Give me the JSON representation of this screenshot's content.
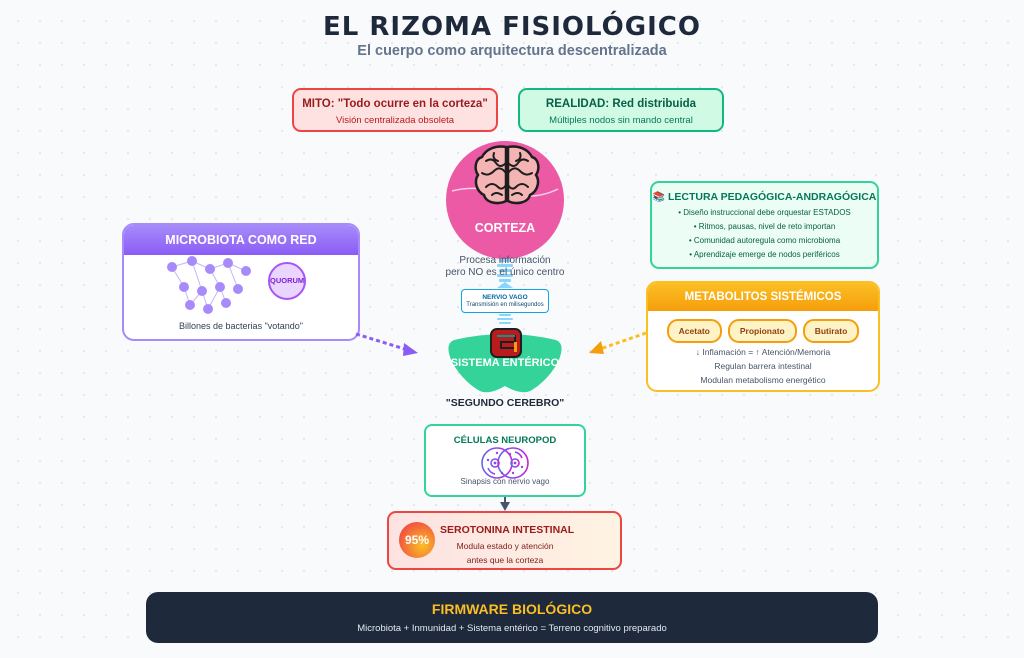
{
  "header": {
    "title": "EL RIZOMA FISIOLÓGICO",
    "subtitle": "El cuerpo como arquitectura descentralizada"
  },
  "mito": {
    "title": "MITO: \"Todo ocurre en la corteza\"",
    "subtitle": "Visión centralizada obsoleta"
  },
  "realidad": {
    "title": "REALIDAD: Red distribuida",
    "subtitle": "Múltiples nodos sin mando central"
  },
  "corteza": {
    "icon": "brain-icon",
    "label": "CORTEZA",
    "description_line1": "Procesa información",
    "description_line2": "pero NO es el único centro"
  },
  "nervio_vago": {
    "title": "NERVIO VAGO",
    "subtitle": "Transmisión en milisegundos"
  },
  "sistema_enterico": {
    "icon": "intestine-icon",
    "label": "SISTEMA ENTÉRICO",
    "caption": "\"SEGUNDO CEREBRO\""
  },
  "microbiota": {
    "title": "MICROBIOTA COMO RED",
    "badge": "QUORUM",
    "caption": "Billones de bacterias \"votando\""
  },
  "lectura": {
    "icon": "books-icon",
    "title": "LECTURA PEDAGÓGICA-ANDRAGÓGICA",
    "items": [
      "• Diseño instruccional debe orquestar ESTADOS",
      "• Ritmos, pausas, nivel de reto importan",
      "• Comunidad autoregula como microbioma",
      "• Aprendizaje emerge de nodos periféricos"
    ]
  },
  "metabolitos": {
    "title": "METABOLITOS SISTÉMICOS",
    "pills": [
      "Acetato",
      "Propionato",
      "Butirato"
    ],
    "lines": [
      "↓ Inflamación = ↑ Atención/Memoria",
      "Regulan barrera intestinal",
      "Modulan metabolismo energético"
    ]
  },
  "neuropod": {
    "title": "CÉLULAS NEUROPOD",
    "icon": "cell-synapse-icon",
    "subtitle": "Sinapsis con nervio vago"
  },
  "serotonina": {
    "badge": "95%",
    "title": "SEROTONINA INTESTINAL",
    "line1": "Modula estado y atención",
    "line2": "antes que la corteza"
  },
  "firmware": {
    "title": "FIRMWARE BIOLÓGICO",
    "subtitle": "Microbiota + Inmunidad + Sistema entérico = Terreno cognitivo preparado"
  },
  "colors": {
    "mito_border": "#ef4444",
    "realidad_border": "#10b981",
    "corteza": "#ec5aa6",
    "enterico": "#34d399",
    "microbiota": "#8b5cf6",
    "metabolitos": "#f59e0b",
    "firmware_bg": "#1e293b",
    "firmware_title": "#fbbf24"
  }
}
